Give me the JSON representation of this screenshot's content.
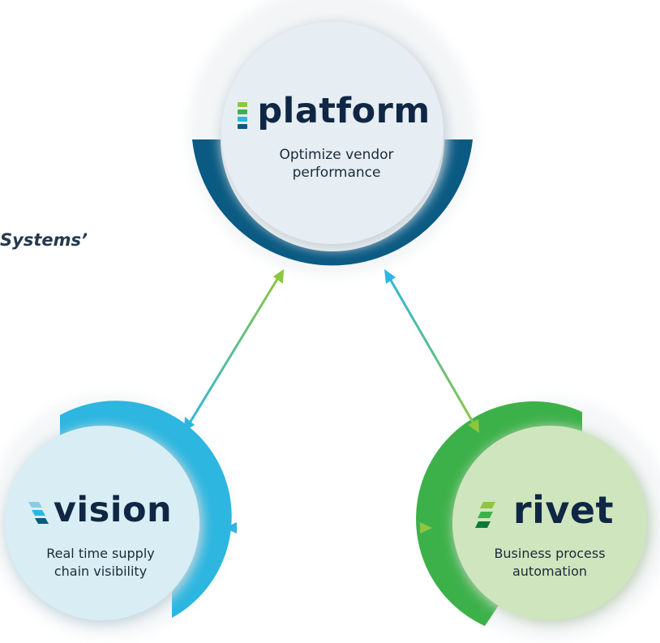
{
  "side_text": "Systems’",
  "nodes": {
    "platform": {
      "logo": "platform",
      "description": "Optimize vendor performance",
      "ring_color": "#0a5a83",
      "fill_color": "#e6eef3",
      "icon": "stacked-bars-icon"
    },
    "vision": {
      "logo": "vision",
      "description": "Real time supply chain visibility",
      "ring_color": "#2cb6e0",
      "fill_color": "#d8eef4",
      "icon": "slanted-stripes-icon"
    },
    "rivet": {
      "logo": "rivet",
      "description": "Business process automation",
      "ring_color": "#3db149",
      "fill_color": "#cfe5bd",
      "icon": "slanted-stripes-icon"
    }
  },
  "arrow_gradient": [
    "#2cb6e0",
    "#8dc63f"
  ],
  "logo_text_color": "#0f2744"
}
